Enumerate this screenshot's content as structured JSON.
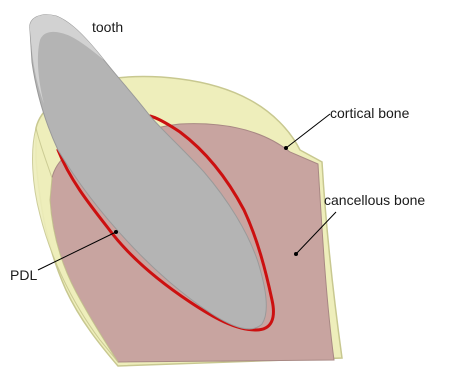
{
  "figure": {
    "labels": {
      "tooth": "tooth",
      "cortical_bone": "cortical bone",
      "cancellous_bone": "cancellous bone",
      "pdl": "PDL"
    }
  },
  "colors": {
    "tooth": "#b4b4b4",
    "tooth_highlight": "#d2d2d2",
    "cortical_bone": "#eeeebb",
    "cortical_bone_edge": "#c8c890",
    "cancellous_bone": "#c8a4a0",
    "cancellous_bone_edge": "#a88884",
    "pdl": "#cc1010",
    "leader_line": "#000000"
  }
}
